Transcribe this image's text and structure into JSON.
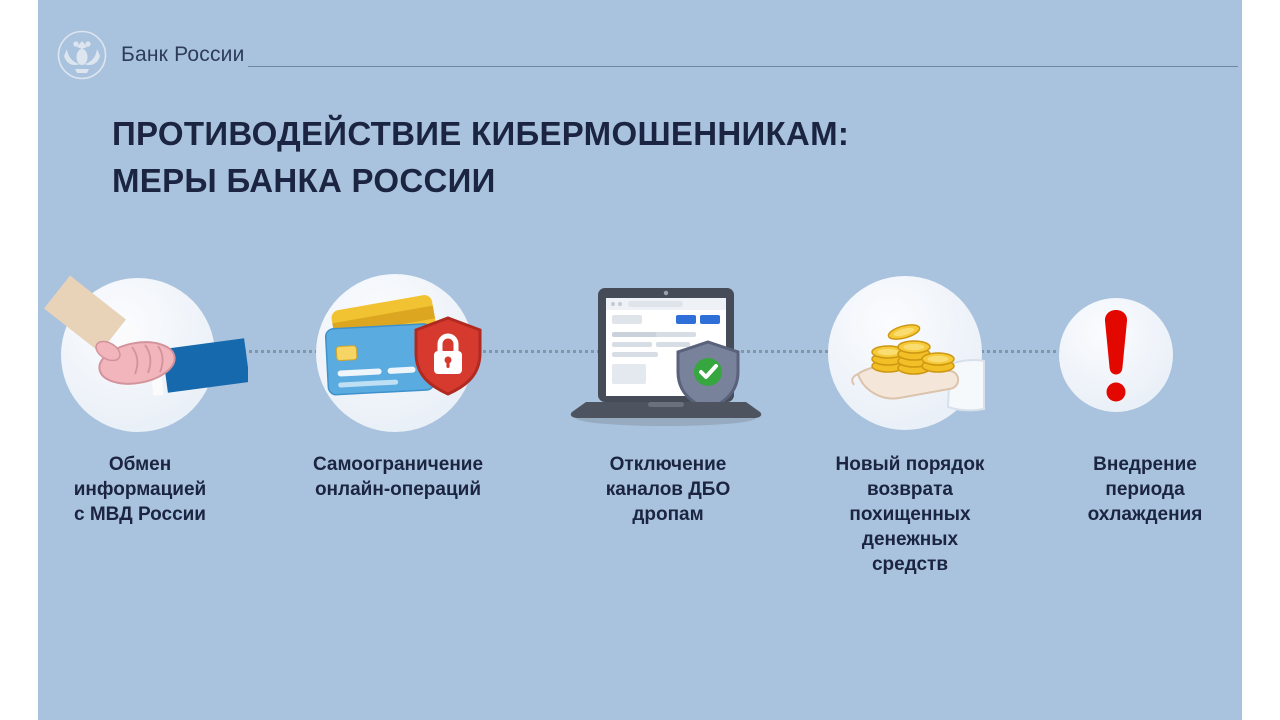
{
  "colors": {
    "background": "#a9c3de",
    "side_stripes": "#ffffff",
    "title_navy": "#1b2440",
    "shield_red": "#d63a2f",
    "exclamation_red": "#e20800",
    "card_blue": "#5aabdf",
    "coin_gold": "#f2bf27",
    "check_green": "#36a63f"
  },
  "header": {
    "logo_text": "Банк России"
  },
  "title": {
    "line1": "ПРОТИВОДЕЙСТВИЕ КИБЕРМОШЕННИКАМ:",
    "line2": "МЕРЫ БАНКА РОССИИ"
  },
  "items": [
    {
      "icon": "handshake-icon",
      "label": "Обмен\nинформацией\nс МВД России"
    },
    {
      "icon": "cards-shield-icon",
      "label": "Самоограничение\nонлайн-операций"
    },
    {
      "icon": "laptop-shield-icon",
      "label": "Отключение\nканалов ДБО\nдропам"
    },
    {
      "icon": "coins-hand-icon",
      "label": "Новый порядок\nвозврата\nпохищенных\nденежных\nсредств"
    },
    {
      "icon": "exclamation-icon",
      "label": "Внедрение\nпериода\nохлаждения"
    }
  ]
}
